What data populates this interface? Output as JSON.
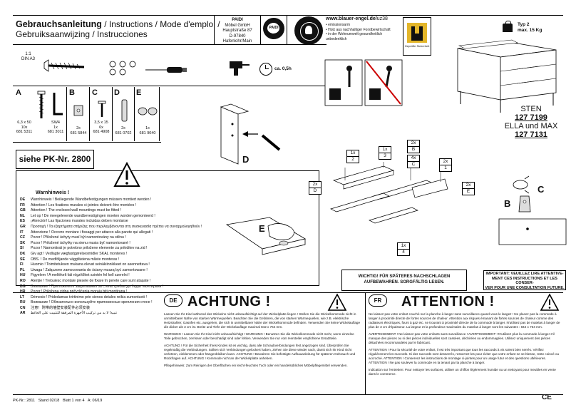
{
  "header": {
    "title_line1_bold": "Gebrauchsanleitung",
    "title_line1_rest": " / Instructions / Mode d'emploi /",
    "title_line2": "Gebruiksaanwijzing / Instrucciones",
    "company": {
      "name": "PAIDI",
      "line2": "Möbel GmbH",
      "line3": "Hauptstraße 87",
      "line4": "D-97840 Hafenlohr/Main"
    },
    "logo_text": "PAIDI",
    "blauer_engel": {
      "url_prefix": "www.blauer-engel.de/",
      "url_suffix": "uz38",
      "bullets": [
        "• emissionsarm",
        "• Holz aus nachhaltiger Forstbewirtschaft",
        "• in der Wohnumwelt gesundheitlich",
        "  unbedenklich"
      ]
    },
    "gs_label": "Geprüfte Sicherheit",
    "typ": "Typ 2",
    "max": "max. 15 Kg"
  },
  "scale": {
    "ratio": "1:1",
    "format": "DIN A3"
  },
  "tool_time": "ca. 0,5h",
  "parts": [
    {
      "letter": "A",
      "qty_line1": "6,3 x 50",
      "qty_line2": "10x",
      "article": "681 5311"
    },
    {
      "letter": "",
      "qty_line1": "SW4",
      "qty_line2": "1x",
      "article": "681 3011"
    },
    {
      "letter": "B",
      "qty_line1": "",
      "qty_line2": "2x",
      "article": "681 5844"
    },
    {
      "letter": "C",
      "qty_line1": "3,5 x 15",
      "qty_line2": "6x",
      "article": "681 4908"
    },
    {
      "letter": "D",
      "qty_line1": "",
      "qty_line2": "2x",
      "article": "681 0702"
    },
    {
      "letter": "E",
      "qty_line1": "",
      "qty_line2": "1x",
      "article": "681 9040"
    }
  ],
  "pk": "siehe PK-Nr. 2800",
  "warnings": {
    "title": "Warnhinweis !",
    "lines": [
      {
        "code": "DE",
        "text": "Warnhinweis ! Beiliegende Wandbefestigungen müssen montiert werden !"
      },
      {
        "code": "FR",
        "text": "Attention ! Les fixations murales ci-jointes doivent être montées !"
      },
      {
        "code": "GB",
        "text": "Attention ! The enclosed wall mountings must be fitted !"
      },
      {
        "code": "NL",
        "text": "Let op ! De meegeleverde wandbevestigingen moeten worden gemonteerd !"
      },
      {
        "code": "ES",
        "text": "¡Atención! Las fijaciones murales incluidas deben montarse"
      },
      {
        "code": "GR",
        "text": "Προσοχή ! Τα εξαρτήματα στήριξης που περιλαμβάνονται στη συσκευασία πρέπει να συναρμολογηθούν !"
      },
      {
        "code": "IT",
        "text": "Attenzione ! Occorre montare i fissaggi per attacco alla parete qui allegati !"
      },
      {
        "code": "CZ",
        "text": "Pozor ! Přiložené úchyty musí být namontovány na stěnu !"
      },
      {
        "code": "SK",
        "text": "Pozor ! Priložené úchytky na stenu musia byť namontované !"
      },
      {
        "code": "SI",
        "text": "Pozor ! Namontirati je potrebno priložene elemente za pritrditev na zid !"
      },
      {
        "code": "DK",
        "text": "Giv agt ! Vedlagte vægfastgørelsesmidler SKAL monteres !"
      },
      {
        "code": "SE",
        "text": "OBS. ! De medföljande väggfästena måste monteras !"
      },
      {
        "code": "FI",
        "text": "Huomio ! Toimitetuksen mukana olevat seinäkiinnikkeet on asennettava !"
      },
      {
        "code": "PL",
        "text": "Uwaga ! Załączone zamocowania do ściany muszą być zamontowane !"
      },
      {
        "code": "HU",
        "text": "Figyelem ! A mellékelt fali rögzítőket szintén fel kell szerelni !"
      },
      {
        "code": "RO",
        "text": "Atenție ! Trebuiesc montate piesele de fixare în perete care sunt atașate !"
      },
      {
        "code": "BG",
        "text": "Внимание ! Приложените закрепвания за стена трябва да бъдат монтирани !"
      },
      {
        "code": "HR",
        "text": "Pozor ! Priložena zidna pričvršćenja moraju biti montirana !"
      },
      {
        "code": "LT",
        "text": "Dėmesio ! Pridedamas tvirtinimo prie sienos detales reikia sumontuoti !"
      },
      {
        "code": "RU",
        "text": "Внимание ! Обязательно используйте приложенные крепления стене !"
      },
      {
        "code": "CN",
        "text": "注意！附带的墙壁安装配件必须安装"
      },
      {
        "code": "AR",
        "text": "تنبيه! لا بد من تركيب الأجهزة المرفقة للتثبيت على الحائط"
      }
    ]
  },
  "hint_box": {
    "line1": "WICHTIG! FÜR SPÄTERES NACHSCHLAGEN",
    "line2": "AUFBEWAHREN. SORGFÄLTIG LESEN."
  },
  "important_box": {
    "line1": "IMPORTANT: VEUILLEZ LIRE ATTENTIVE-",
    "line2": "MENT CES INSTRUCTIONS ET LES CONSER-",
    "line3": "VER POUR UNE CONSULTATION FUTURE."
  },
  "models": {
    "name1": "STEN",
    "num1": "127 7199",
    "name2": "ELLA und MAX",
    "num2": "127 7131"
  },
  "diagram_labels": {
    "D": "D",
    "E": "E",
    "B": "B",
    "C": "C",
    "pills": [
      {
        "top": "1x",
        "bottom": "2"
      },
      {
        "top": "1x",
        "bottom": "3"
      },
      {
        "top": "2x",
        "bottom": "B"
      },
      {
        "top": "4x",
        "bottom": "C"
      },
      {
        "top": "2x",
        "bottom": "1"
      },
      {
        "top": "2x",
        "bottom": "E"
      },
      {
        "top": "2x",
        "bottom": "D"
      },
      {
        "top": "1x",
        "bottom": "4"
      }
    ]
  },
  "de": {
    "lang": "DE",
    "title": "ACHTUNG !",
    "p1": "Lassen Sie Ihr Kind während des Wickelns nicht unbeaufsichtigt auf der Wickelplatte liegen ! Stellen Sie die Wickelkommode nicht in unmittelbarer Nähe von starken Wärmequellen. Beachten Sie die Gefahren, die von starken Wärmequellen, wie z.B. elektrische Heizstrahler, Gasöfen etc. ausgehen, die sich in unmittelbarer Nähe der Wickelkommode befinden. Verwenden Sie keine Wickelauflage die dicker als 3 cm ist. Breite und Tiefe der Wickelauflage maximal 842 x 764 mm.",
    "p2": "WARNUNG ! Lassen Sie Ihr Kind nicht unbeaufsichtigt ! WARNUNG ! Benutzen Sie die Wickelkommode nicht mehr, wenn einzelne Teile gebrochen, zerrissen oder beschädigt sind oder fehlen. Verwenden Sie nur vom Hersteller empfohlene Ersatzteile.",
    "p3": "ACHTUNG ! Für die Sicherheit Ihres Kindes ist es wichtig, dass alle Schraubverbindungen fest angezogen sind. Überprüfen Sie regelmäßig die Verbindungen. Sollten sich Verbindungen gelockert haben, ziehen Sie diese wieder nach, damit sich Ihr Kind nicht verletzen, einklemmen oder hängenbleiben kann. ACHTUNG ! Bewahren Sie befestigte Aufbauanleitung für späteren Gebrauch und Rückfragen auf. ACHTUNG ! Kommode nicht an der Wickelplatte anheben.",
    "p4": "Pflegehinweis: Zum Reinigen der Oberflächen ein leicht-feuchtes Tuch oder ein handelsübliches Möbelpflegemittel verwenden."
  },
  "fr": {
    "lang": "FR",
    "title": "ATTENTION !",
    "p1": "Ne laissez pas votre enfant couché sur la planche à langer sans surveillance quand vous le langez ! Ne placez pas la commode à langer à proximité directe de fortes sources de chaleur. Attention aux risques émanant de fortes sources de chaleur comme des radiateurs électriques, fours à gaz etc. se trouvant à proximité directe de la commode à langer. N'utilisez pas de matelas à langer de plus de 3 cm d'épaisseur. La largeur et la profondeur maximales du matelas à langer sont les suivantes : 842 x 764 mm.",
    "p2": "AVERTISSEMENT ! Ne laissez pas votre enfants sans surveillance ! AVERTISSEMENT ! N'utilisez plus la commode à langer s'il manque des pièces ou si des pièces individuelles sont cassées, déchirées ou endommagées. Utilisez uniquement des pièces détachées recommandées par le fabricant.",
    "p3": "ATTENTION ! Pour la sécurité de votre enfant, il est très important que tous les raccords à vis soient bien serrés. Vérifiez régulièrement les raccords. Si des raccords sont desserrés, resserrez-les pour éviter que votre enfant ne se blesse, reste coincé ou accroché. ATTENTION ! Conservez les instructions de montage ci-jointes pour un usage futur et des questions ultérieures. ATTENTION ! Ne pas soulever la commode en la tenant par la planche à langer.",
    "p4": "Indication sur l'entretien: Pour nettoyer les surfaces, utiliser un chiffon légèrement humide ou un nettoyant pour meubles en vente dans le commerce."
  },
  "footer": {
    "pk": "PK-Nr.: 2811",
    "stand": "Stand 02/18",
    "sheet": "Blatt 1 von 4",
    "a": "A: 06/19"
  },
  "ce": "CE"
}
